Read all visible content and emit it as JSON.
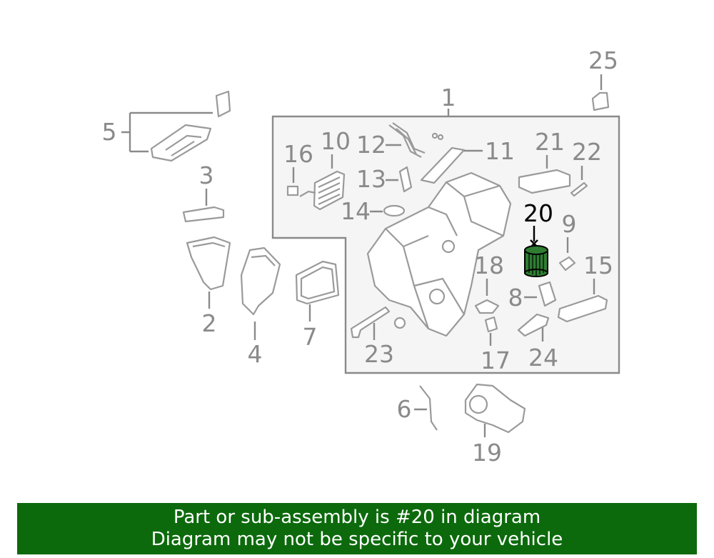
{
  "diagram": {
    "highlight_callout": "20",
    "highlight_color": "#2e7d32",
    "callouts": {
      "c1": "1",
      "c2": "2",
      "c3": "3",
      "c4": "4",
      "c5": "5",
      "c6": "6",
      "c7": "7",
      "c8": "8",
      "c9": "9",
      "c10": "10",
      "c11": "11",
      "c12": "12",
      "c13": "13",
      "c14": "14",
      "c15": "15",
      "c16": "16",
      "c17": "17",
      "c18": "18",
      "c19": "19",
      "c20": "20",
      "c21": "21",
      "c22": "22",
      "c23": "23",
      "c24": "24",
      "c25": "25"
    }
  },
  "banner": {
    "line1": "Part or sub-assembly is #20 in diagram",
    "line2": "Diagram may not be specific to your vehicle",
    "background": "#0c6a0c"
  }
}
